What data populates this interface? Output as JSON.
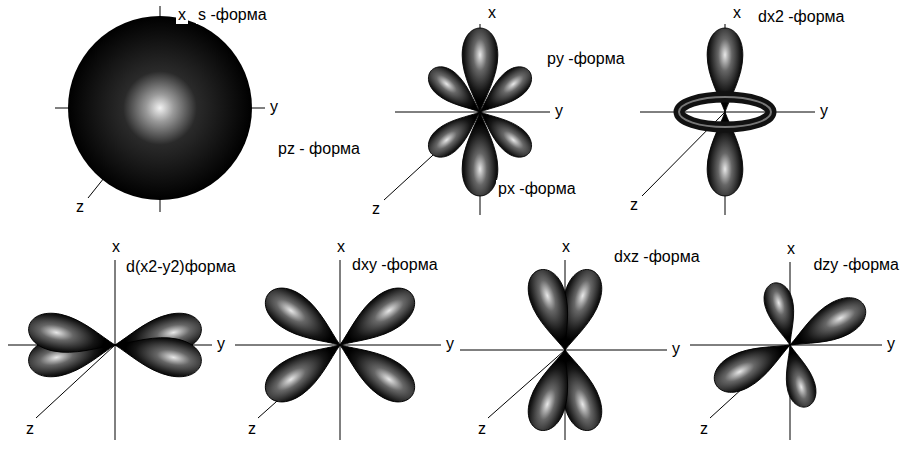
{
  "diagram": {
    "labels": [
      "x",
      "s -форма",
      "y",
      "z",
      "x",
      "py -форма",
      "y",
      "pz - форма",
      "px -форма",
      "z",
      "x",
      "dx2 -форма",
      "y",
      "z",
      "x",
      "d(x2-y2)форма",
      "y",
      "z",
      "x",
      "dxy -форма",
      "y",
      "z",
      "x",
      "dxz -форма",
      "y",
      "z",
      "x",
      "dzy -форма",
      "y",
      "z"
    ]
  }
}
